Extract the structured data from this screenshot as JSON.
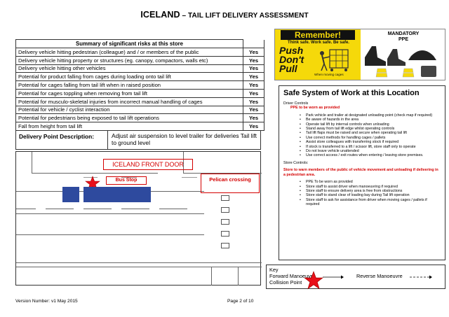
{
  "title": {
    "main": "ICELAND",
    "dash": " – ",
    "sub": "TAIL LIFT DELIVERY ASSESSMENT"
  },
  "risks": {
    "header": "Summary of significant risks at this store",
    "rows": [
      {
        "risk": "Delivery vehicle hitting pedestrian (colleague) and / or members of the public",
        "answer": "Yes"
      },
      {
        "risk": "Delivery vehicle hitting property or structures (eg. canopy, compactors, walls etc)",
        "answer": "Yes"
      },
      {
        "risk": "Delivery vehicle hitting other vehicles",
        "answer": "Yes"
      },
      {
        "risk": "Potential for product falling from cages during loading onto tail lift",
        "answer": "Yes"
      },
      {
        "risk": "Potential for cages falling from tail lift when in raised position",
        "answer": "Yes"
      },
      {
        "risk": "Potential for cages toppling when removing from tail lift",
        "answer": "Yes"
      },
      {
        "risk": "Potential for musculo-skeletal injuries from incorrect manual handling of cages",
        "answer": "Yes"
      },
      {
        "risk": "Potential for vehicle / cyclist interaction",
        "answer": "Yes"
      },
      {
        "risk": "Potential for pedestrians being exposed to tail lift operations",
        "answer": "Yes"
      },
      {
        "risk": "Fall from height from tail lift",
        "answer": "Yes"
      }
    ]
  },
  "poster": {
    "remember": "Remember!",
    "think": "Think safe. Work safe. Be safe.",
    "push": "Push",
    "dont": "Don't",
    "pull": "Pull",
    "cages": "When moving cages",
    "mandatory": "MANDATORY",
    "ppe": "PPE"
  },
  "ssw": {
    "heading": "Safe System of Work at this Location",
    "driver_title": "Driver Controls",
    "driver_ppe": "PPE to be worn as provided",
    "driver_items": [
      "Park vehicle and trailer at designated unloading point (check map if required)",
      "Be aware of hazards in the area",
      "Operate tail lift by internal controls when unloading",
      "Stand away from tail lift edge whilst operating controls",
      "Tail lift flaps must be raised and secure when operating tail lift",
      "Use correct methods for handling cages / pallets",
      "Assist store colleagues with transferring stock if required",
      "If stock is transferred to a lift / scissor lift, store staff only to operate",
      "Do not leave vehicle unattended",
      "Use correct access / exit routes when entering / leaving store premises."
    ],
    "store_title": "Store Controls:",
    "store_warning": "Store to warn members of the public of vehicle movement and unloading if delivering in a pedestrian area.",
    "store_items": [
      "PPE To be worn as provided",
      "Store staff to assist driver when manoeuvring if required",
      "Store staff to ensure delivery area is free from obstructions",
      "Store staff to stand clear of loading bay during Tail lift operation",
      "Store staff to ask for assistance from driver when moving cages / pallets if required"
    ]
  },
  "delivery_point": {
    "label": "Delivery Point Description:",
    "text": "Adjust air suspension to level trailer for deliveries Tail lift to ground level"
  },
  "map": {
    "front_door": "ICELAND FRONT DOOR",
    "bus_stop": "Bus Stop",
    "pelican": "Pelican crossing",
    "colors": {
      "truck": "#2e4a9e",
      "label": "#d40000",
      "star": "#e8101a"
    }
  },
  "key": {
    "title": "Key",
    "forward": "Forward Manoeuvre",
    "reverse": "Reverse Manoeuvre",
    "collision": "Collision Point"
  },
  "footer": {
    "version": "Version Number: v1 May 2015",
    "page": "Page 2 of 10"
  }
}
